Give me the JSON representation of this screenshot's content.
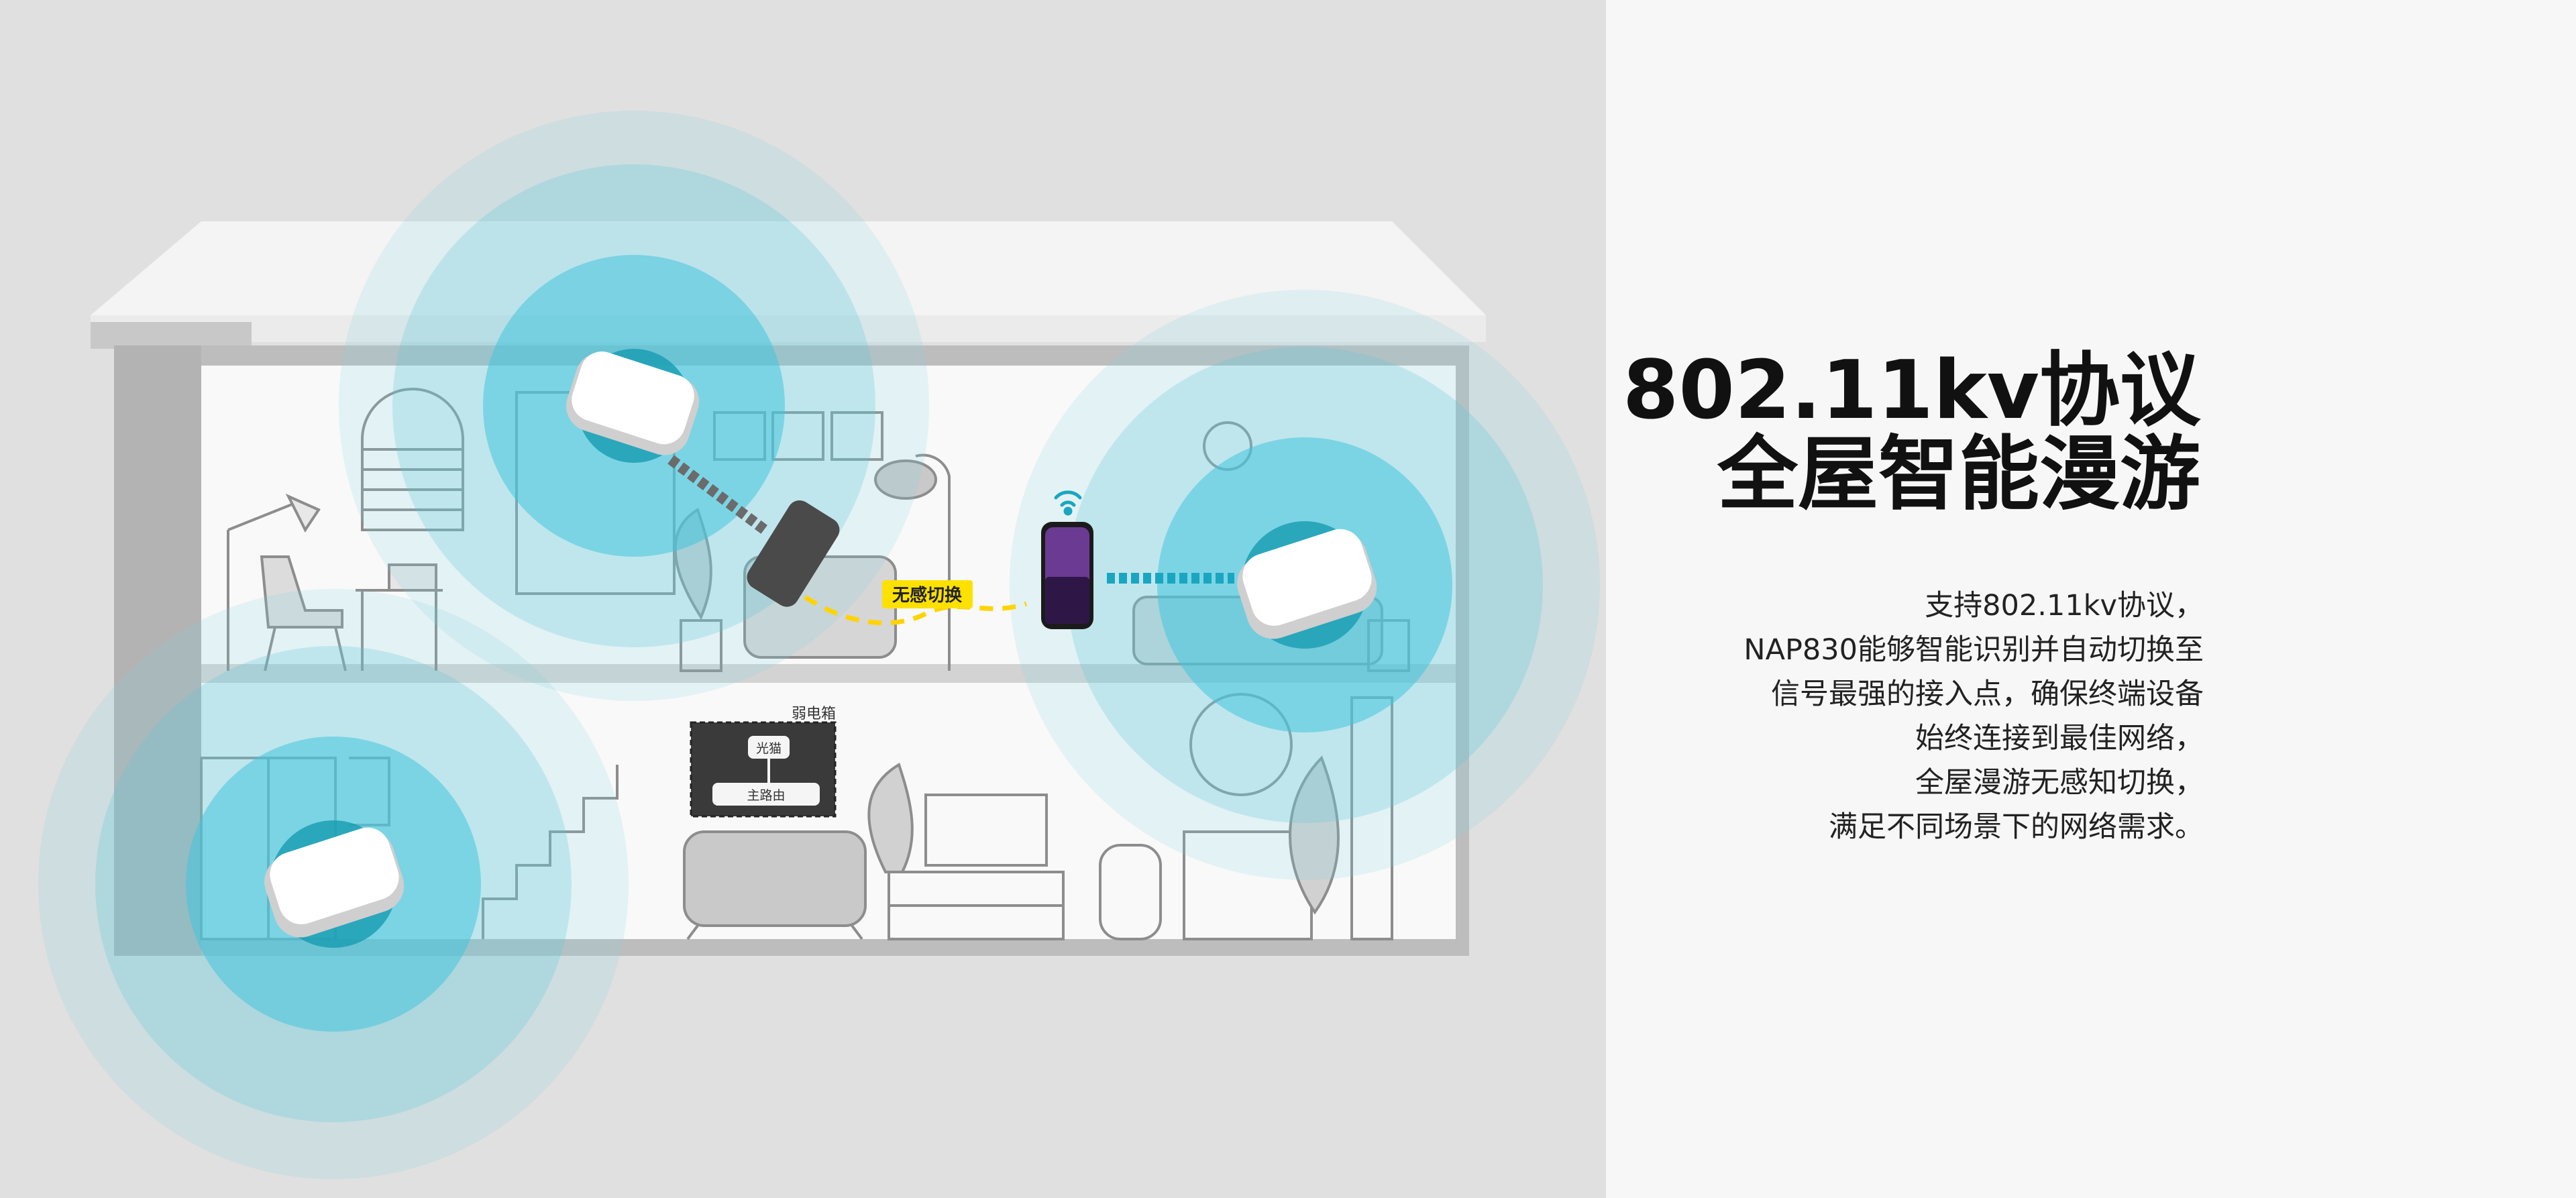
{
  "heading": {
    "line1": "802.11kv协议",
    "line2": "全屋智能漫游"
  },
  "description": [
    "支持802.11kv协议，",
    "NAP830能够智能识别并自动切换至",
    "信号最强的接入点，确保终端设备",
    "始终连接到最佳网络，",
    "全屋漫游无感知切换，",
    "满足不同场景下的网络需求。"
  ],
  "illustration": {
    "roaming_badge": "无感切换",
    "cabinet_label": "弱电箱",
    "modem_label": "光猫",
    "router_label": "主路由",
    "signal_color": "#36c5d9",
    "badge_color": "#ffe100",
    "link_color": "#1aa6c0"
  }
}
